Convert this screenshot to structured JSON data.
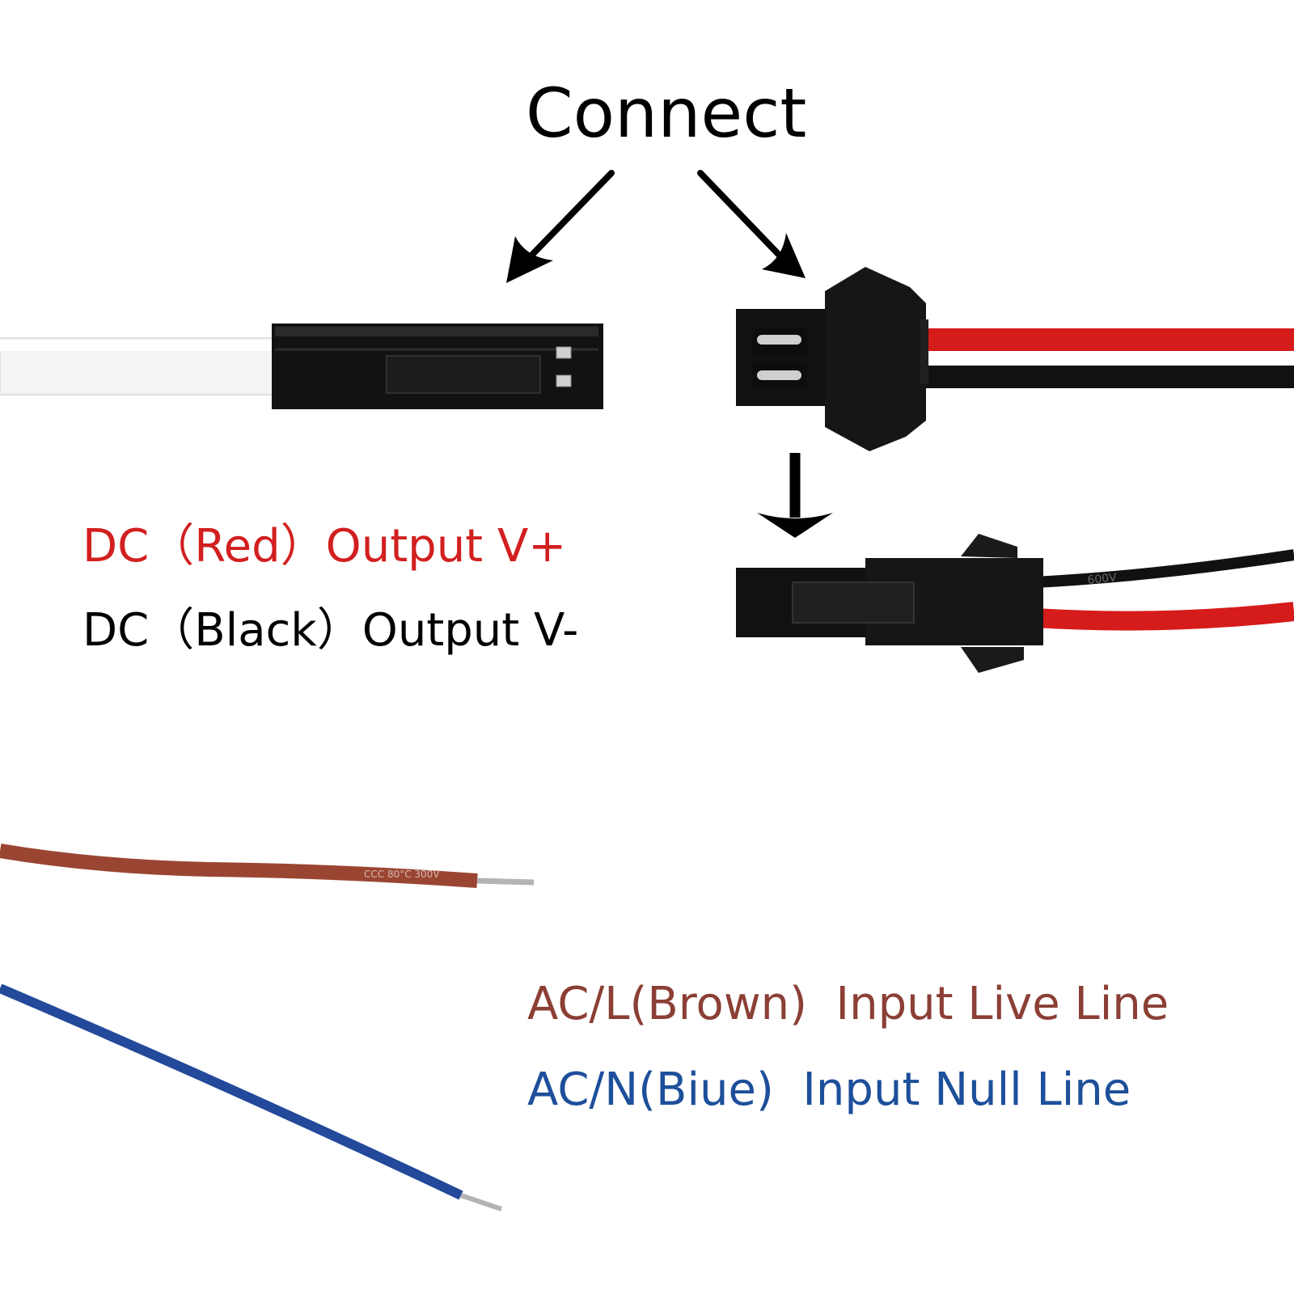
{
  "title": "Connect",
  "labels": {
    "dc_positive": "DC（Red）Output V+",
    "dc_negative": "DC（Black）Output V-",
    "ac_live": "AC/L(Brown)  Input Live Line",
    "ac_neutral": "AC/N(Biue)  Input Null Line"
  },
  "wire_markings": {
    "dc_black_wire": "600V",
    "brown_wire": "CCC 80°C 300V"
  },
  "colors": {
    "dc_positive": "#d21f1f",
    "dc_negative": "#000000",
    "ac_live": "#8b3f35",
    "ac_neutral": "#1d4f9a",
    "connector": "#111111",
    "cable_white": "#f2f2f2"
  },
  "icons": [
    "arrow-down-left-icon",
    "arrow-down-right-icon",
    "arrow-down-icon"
  ]
}
